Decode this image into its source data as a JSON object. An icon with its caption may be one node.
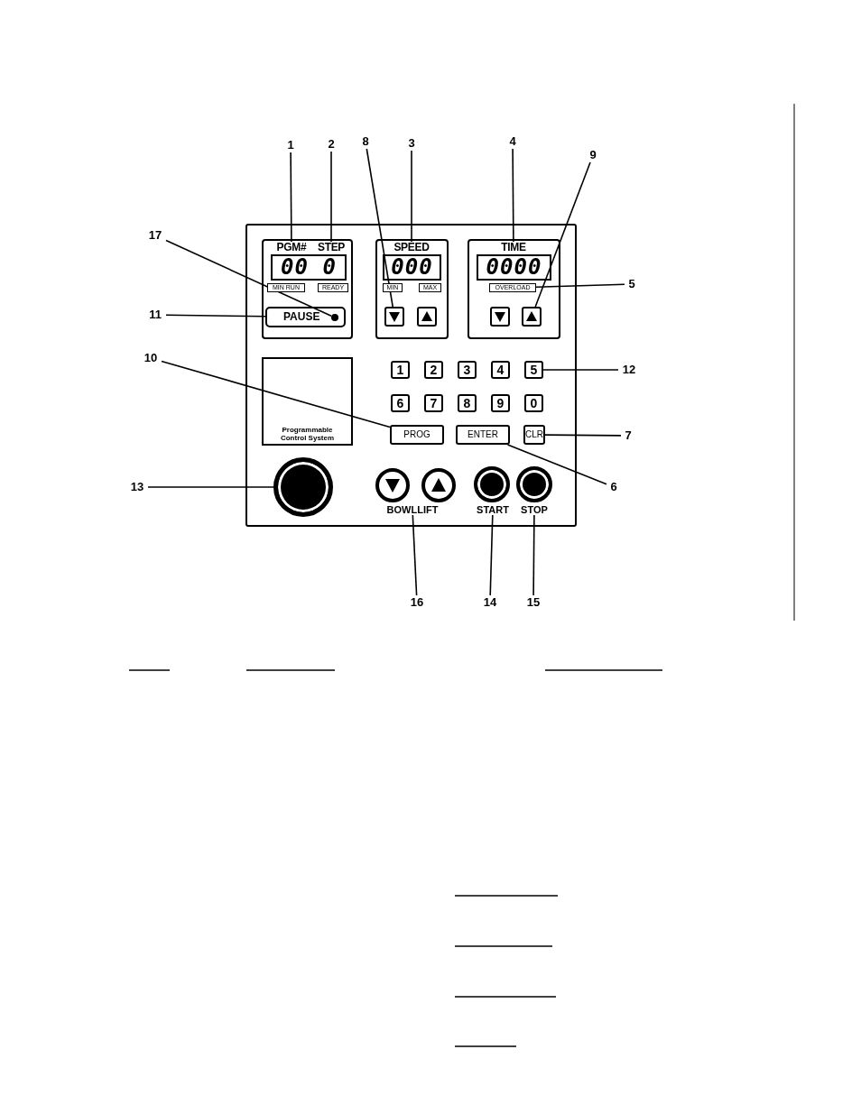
{
  "diagram": {
    "nodes": [
      {
        "text": [
          "1"
        ]
      },
      {
        "text": [
          "2"
        ]
      },
      {
        "text": [
          "8"
        ]
      },
      {
        "text": [
          "3"
        ]
      },
      {
        "text": [
          "4"
        ]
      },
      {
        "text": [
          "9"
        ]
      },
      {
        "text": [
          "17"
        ]
      },
      {
        "text": [
          "11"
        ]
      },
      {
        "text": [
          "5"
        ]
      },
      {
        "text": [
          "10"
        ]
      },
      {
        "text": [
          "12"
        ]
      },
      {
        "text": [
          "7"
        ]
      },
      {
        "text": [
          "6"
        ]
      },
      {
        "text": [
          "13"
        ]
      },
      {
        "text": [
          "16"
        ]
      },
      {
        "text": [
          "14"
        ]
      },
      {
        "text": [
          "15"
        ]
      },
      {
        "text": [],
        "shape": "box"
      },
      {
        "text": [],
        "shape": "box",
        "in": 17
      },
      {
        "text": [
          "PGM#"
        ],
        "in": 18
      },
      {
        "text": [
          "STEP"
        ],
        "in": 18
      },
      {
        "text": [
          "00 0"
        ],
        "in": 18
      },
      {
        "text": [
          "MIN RUN"
        ],
        "in": 18
      },
      {
        "text": [
          "READY"
        ],
        "in": 18
      },
      {
        "text": [
          "PAUSE"
        ],
        "in": 18
      },
      {
        "text": [],
        "shape": "circle",
        "in": 24
      },
      {
        "text": [],
        "shape": "box",
        "in": 17
      },
      {
        "text": [
          "SPEED"
        ],
        "in": 26
      },
      {
        "text": [
          "000"
        ],
        "in": 26
      },
      {
        "text": [
          "MIN"
        ],
        "in": 26
      },
      {
        "text": [
          "MAX"
        ],
        "in": 26
      },
      {
        "text": [],
        "shape": "box",
        "in": 26
      },
      {
        "text": [],
        "shape": "box",
        "in": 26
      },
      {
        "text": [],
        "shape": "box",
        "in": 17
      },
      {
        "text": [
          "TIME"
        ],
        "in": 33
      },
      {
        "text": [
          "0000"
        ],
        "in": 33
      },
      {
        "text": [
          "OVERLOAD"
        ],
        "in": 33
      },
      {
        "text": [],
        "shape": "box",
        "in": 33
      },
      {
        "text": [],
        "shape": "box",
        "in": 33
      },
      {
        "text": [
          "Programmable Control System"
        ],
        "in": 17
      },
      {
        "text": [
          "1"
        ],
        "in": 17
      },
      {
        "text": [
          "2"
        ],
        "in": 17
      },
      {
        "text": [
          "3"
        ],
        "in": 17
      },
      {
        "text": [
          "4"
        ],
        "in": 17
      },
      {
        "text": [
          "5"
        ],
        "in": 17
      },
      {
        "text": [
          "6"
        ],
        "in": 17
      },
      {
        "text": [
          "7"
        ],
        "in": 17
      },
      {
        "text": [
          "8"
        ],
        "in": 17
      },
      {
        "text": [
          "9"
        ],
        "in": 17
      },
      {
        "text": [
          "0"
        ],
        "in": 17
      },
      {
        "text": [
          "PROG"
        ],
        "in": 17
      },
      {
        "text": [
          "ENTER"
        ],
        "in": 17
      },
      {
        "text": [
          "CLR"
        ],
        "in": 17
      },
      {
        "text": [],
        "shape": "circle",
        "in": 17
      },
      {
        "text": [],
        "shape": "circle",
        "in": 17
      },
      {
        "text": [],
        "shape": "circle",
        "in": 17
      },
      {
        "text": [
          "BOWLLIFT"
        ],
        "in": 17
      },
      {
        "text": [],
        "shape": "circle",
        "in": 17
      },
      {
        "text": [
          "START"
        ],
        "in": 17
      },
      {
        "text": [],
        "shape": "circle",
        "in": 17
      },
      {
        "text": [
          "STOP"
        ],
        "in": 17
      }
    ],
    "edges": [
      {
        "from": 0,
        "to": 19,
        "arrow": "none"
      },
      {
        "from": 1,
        "to": 20,
        "arrow": "none"
      },
      {
        "from": 2,
        "to": 31,
        "arrow": "none"
      },
      {
        "from": 3,
        "to": 27,
        "arrow": "none"
      },
      {
        "from": 4,
        "to": 34,
        "arrow": "none"
      },
      {
        "from": 5,
        "to": 38,
        "arrow": "none"
      },
      {
        "from": 6,
        "to": 25,
        "arrow": "none"
      },
      {
        "from": 7,
        "to": 24,
        "arrow": "none"
      },
      {
        "from": 8,
        "to": 36,
        "arrow": "none"
      },
      {
        "from": 9,
        "to": 50,
        "arrow": "none"
      },
      {
        "from": 10,
        "to": 44,
        "arrow": "none"
      },
      {
        "from": 11,
        "to": 52,
        "arrow": "none"
      },
      {
        "from": 12,
        "to": 51,
        "arrow": "none"
      },
      {
        "from": 13,
        "to": 53,
        "arrow": "none"
      },
      {
        "from": 14,
        "to": 56,
        "arrow": "none"
      },
      {
        "from": 15,
        "to": 58,
        "arrow": "none"
      },
      {
        "from": 16,
        "to": 60,
        "arrow": "none"
      }
    ]
  }
}
